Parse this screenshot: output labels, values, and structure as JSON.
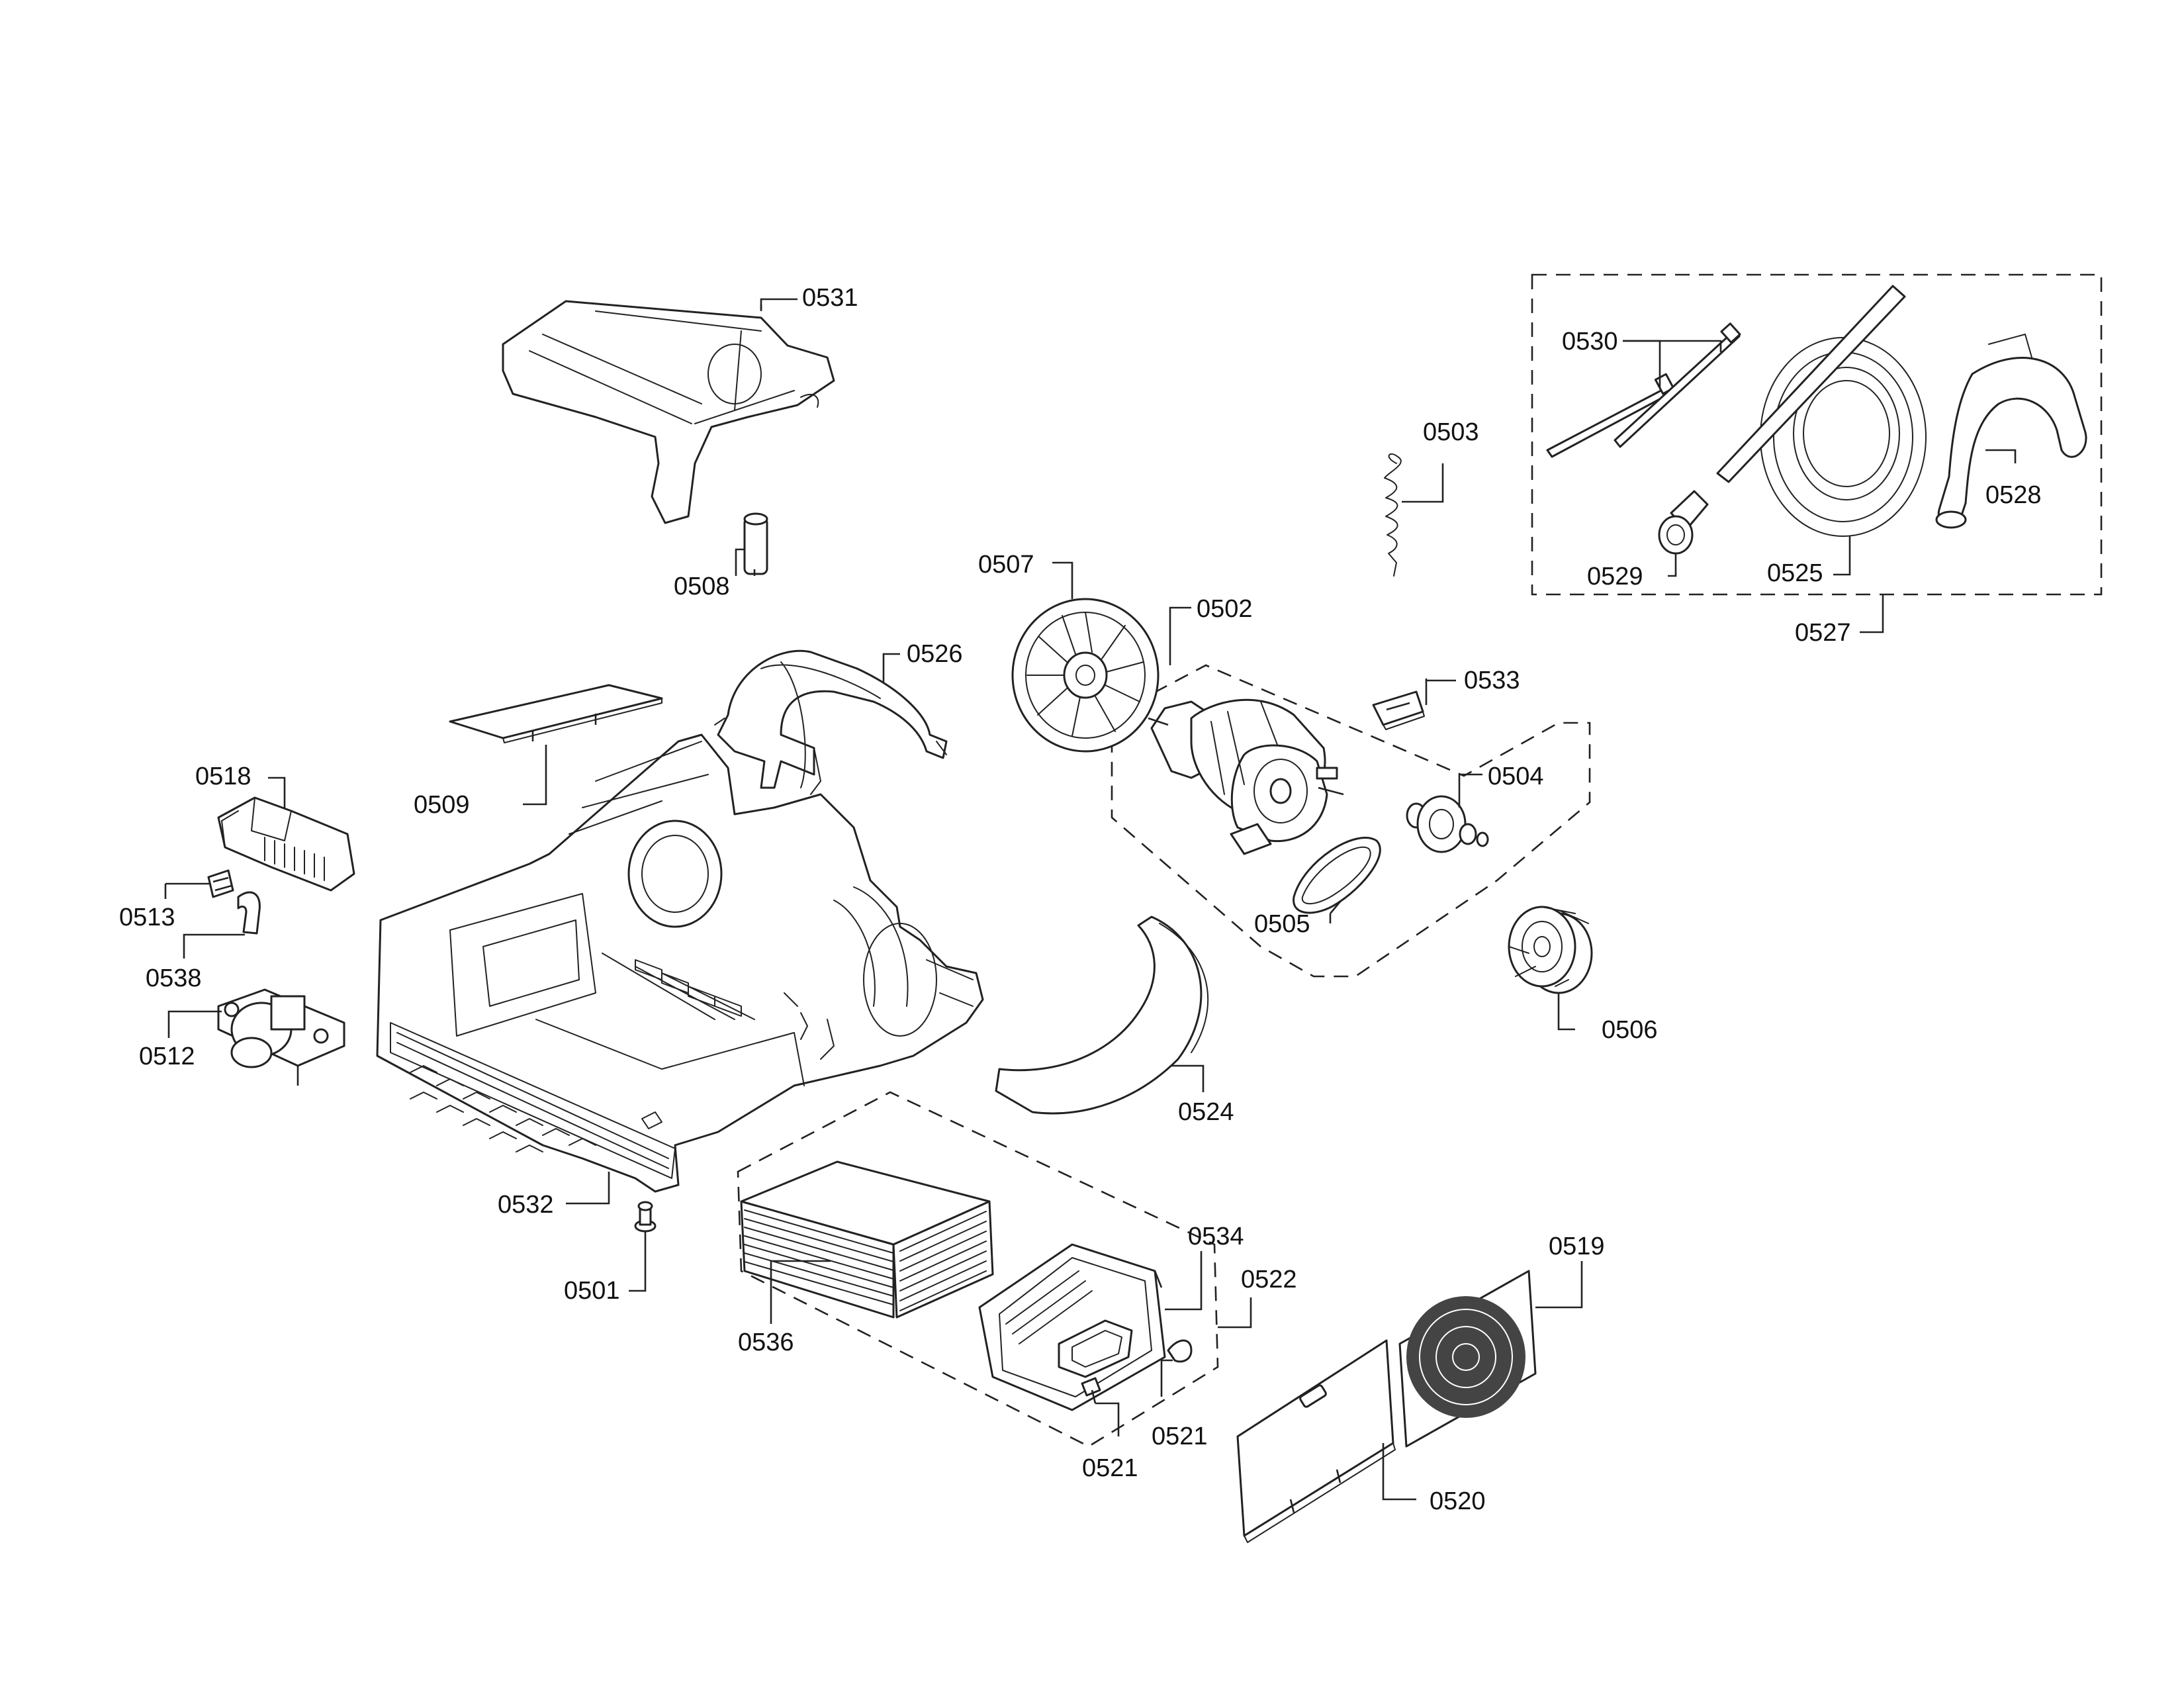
{
  "diagram": {
    "type": "exploded parts diagram",
    "line_color": "#222222",
    "background": "#ffffff"
  },
  "labels": {
    "p0531": "0531",
    "p0530": "0530",
    "p0503": "0503",
    "p0528": "0528",
    "p0508": "0508",
    "p0529": "0529",
    "p0525": "0525",
    "p0507": "0507",
    "p0502": "0502",
    "p0527": "0527",
    "p0526": "0526",
    "p0533": "0533",
    "p0504": "0504",
    "p0518": "0518",
    "p0509": "0509",
    "p0513": "0513",
    "p0505": "0505",
    "p0538": "0538",
    "p0506": "0506",
    "p0512": "0512",
    "p0524": "0524",
    "p0532": "0532",
    "p0534": "0534",
    "p0519": "0519",
    "p0522": "0522",
    "p0501": "0501",
    "p0536": "0536",
    "p0521a": "0521",
    "p0521b": "0521",
    "p0520": "0520"
  }
}
